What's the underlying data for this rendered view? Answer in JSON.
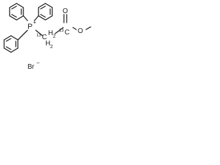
{
  "molecule": {
    "atoms": {
      "phosphorus": "P",
      "phosphorus_charge": "+",
      "alpha_carbon_mass": "13",
      "alpha_carbon": "C",
      "alpha_hydrogen": "H",
      "alpha_hydrogen_count": "2",
      "carbonyl_mass": "13",
      "carbonyl_carbon": "C",
      "carbonyl_oxygen": "O",
      "ester_oxygen": "O"
    },
    "counter_ion": {
      "symbol": "Br",
      "charge": "−"
    }
  }
}
